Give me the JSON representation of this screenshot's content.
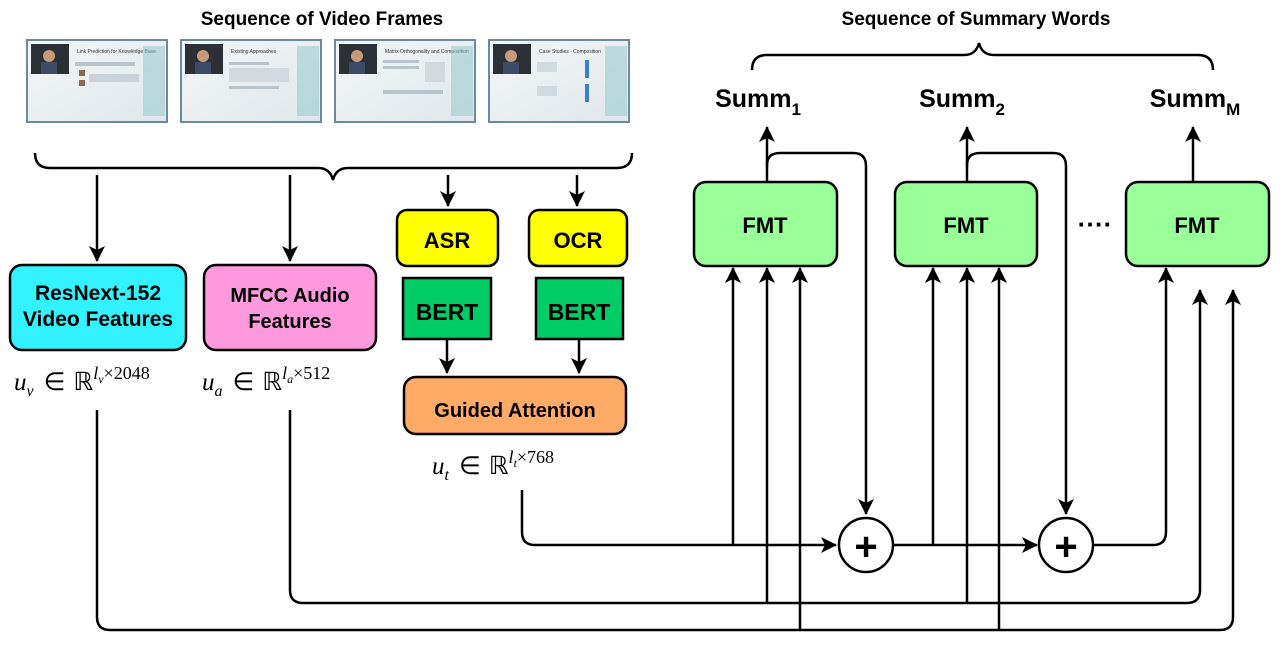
{
  "title_frames": "Sequence of Video Frames",
  "title_summary": "Sequence of Summary Words",
  "frames": [
    {
      "slide_title": "Link Prediction for Knowledge Base",
      "name": "frame-1"
    },
    {
      "slide_title": "Existing Approaches",
      "name": "frame-2"
    },
    {
      "slide_title": "Matrix Orthogonality and Composition",
      "name": "frame-3"
    },
    {
      "slide_title": "Case Studies - Composition",
      "name": "frame-4"
    }
  ],
  "boxes": {
    "resnext": {
      "line1": "ResNext-152",
      "line2": "Video Features",
      "color": "#33f2ff"
    },
    "mfcc": {
      "line1": "MFCC Audio",
      "line2": "Features",
      "color": "#ff99dd"
    },
    "asr": {
      "label": "ASR",
      "color": "#ffff00"
    },
    "ocr": {
      "label": "OCR",
      "color": "#ffff00"
    },
    "bert1": {
      "label": "BERT",
      "color": "#00cc66"
    },
    "bert2": {
      "label": "BERT",
      "color": "#00cc66"
    },
    "guided": {
      "label": "Guided Attention",
      "color": "#ffaa66"
    },
    "fmt": {
      "label": "FMT",
      "color": "#99ff99"
    }
  },
  "math": {
    "uv": {
      "var": "u",
      "sub": "v",
      "base": "ℝ",
      "exp_var": "l",
      "exp_sub": "v",
      "exp_dim": "×2048"
    },
    "ua": {
      "var": "u",
      "sub": "a",
      "base": "ℝ",
      "exp_var": "l",
      "exp_sub": "a",
      "exp_dim": "×512"
    },
    "ut": {
      "var": "u",
      "sub": "t",
      "base": "ℝ",
      "exp_var": "l",
      "exp_sub": "t",
      "exp_dim": "×768"
    },
    "in_symbol": "∈"
  },
  "summary": [
    {
      "base": "Summ",
      "sub": "1"
    },
    {
      "base": "Summ",
      "sub": "2"
    },
    {
      "base": "Summ",
      "sub": "M"
    }
  ],
  "ellipsis": "····",
  "plus_symbol": "+"
}
